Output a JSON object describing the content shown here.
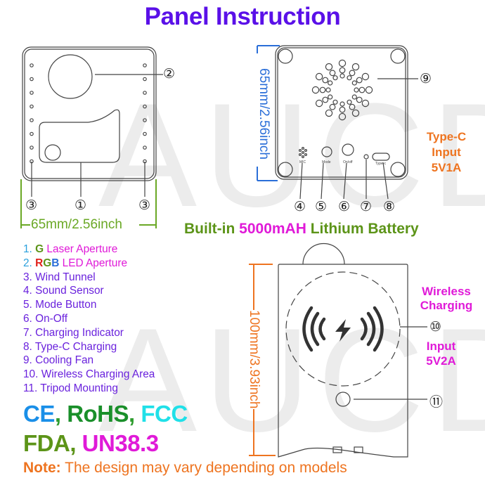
{
  "title": "Panel Instruction",
  "watermark": "AUCD",
  "colors": {
    "title": "#5a10e8",
    "legend_text": "#6a22dd",
    "legend_num_blue": "#2aa0dd",
    "green_letter": "#5c9418",
    "red_letter": "#e0201a",
    "blue_letter": "#2a6ed8",
    "magenta": "#e01ad8",
    "orange": "#ee7420",
    "dimension_green": "#6aa825",
    "dimension_blue": "#2a6ed8",
    "outline": "#444444"
  },
  "front_panel": {
    "width_label": "65mm/2.56inch",
    "callouts": {
      "laser": "①",
      "led": "②",
      "wind_left": "③",
      "wind_right": "③"
    }
  },
  "back_panel": {
    "height_label": "65mm/2.56inch",
    "button_labels": {
      "mic": "MIC",
      "mode": "Mode",
      "onoff": "On/off",
      "typec": "Type-c"
    },
    "callouts": [
      "④",
      "⑤",
      "⑥",
      "⑦",
      "⑧",
      "⑨"
    ],
    "side_label": {
      "line1": "Type-C",
      "line2": "Input",
      "line3": "5V1A"
    }
  },
  "battery": {
    "prefix": "Built-in ",
    "capacity": "5000mAH",
    "suffix": " Lithium Battery"
  },
  "side_view": {
    "height_label": "100mm/3.93inch",
    "callouts": [
      "⑩",
      "⑪"
    ],
    "wireless_label": {
      "line1": "Wireless",
      "line2": "Charging"
    },
    "input_label": {
      "line1": "Input",
      "line2": "5V2A"
    }
  },
  "legend": [
    {
      "num": "1.",
      "highlight": [
        {
          "text": "G",
          "color": "green"
        }
      ],
      "text": " Laser Aperture",
      "style": "magenta"
    },
    {
      "num": "2.",
      "highlight": [
        {
          "text": "R",
          "color": "red"
        },
        {
          "text": "G",
          "color": "green"
        },
        {
          "text": "B",
          "color": "blue"
        }
      ],
      "text": " LED Aperture",
      "style": "magenta"
    },
    {
      "num": "3.",
      "text": "Wind Tunnel"
    },
    {
      "num": "4.",
      "text": "Sound Sensor"
    },
    {
      "num": "5.",
      "text": "Mode Button"
    },
    {
      "num": "6.",
      "text": "On-Off"
    },
    {
      "num": "7.",
      "text": "Charging Indicator"
    },
    {
      "num": "8.",
      "text": "Type-C Charging"
    },
    {
      "num": "9.",
      "text": "Cooling Fan"
    },
    {
      "num": "10.",
      "text": "Wireless Charging Area"
    },
    {
      "num": "11.",
      "text": "Tripod Mounting"
    }
  ],
  "certifications": {
    "line1": [
      {
        "text": "CE",
        "color": "#1a8fe8"
      },
      {
        "text": ", ",
        "color": "#2e9c2e"
      },
      {
        "text": "RoHS",
        "color": "#1a8f2a"
      },
      {
        "text": ", ",
        "color": "#2e9c2e"
      },
      {
        "text": "FCC",
        "color": "#20e0e8"
      }
    ],
    "line2": [
      {
        "text": "FDA",
        "color": "#5c9418"
      },
      {
        "text": ", ",
        "color": "#5c9418"
      },
      {
        "text": "UN38.3",
        "color": "#e01ad8"
      }
    ]
  },
  "note": {
    "label": "Note:",
    "text": " The design may vary depending on models"
  }
}
